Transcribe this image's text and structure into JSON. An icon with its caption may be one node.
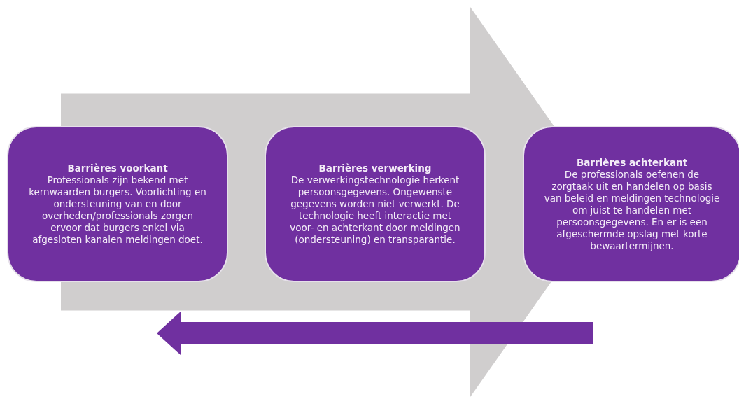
{
  "diagram": {
    "nodes": [
      {
        "text": [
          "Barrières voorkant",
          "Professionals zijn bekend met kernwaarden burgers. Voorlichting en ondersteuning van en door overheden/professionals zorgen ervoor dat burgers enkel via afgesloten kanalen meldingen doet."
        ]
      },
      {
        "text": [
          "Barrières verwerking",
          "De verwerkingstechnologie herkent persoonsgegevens. Ongewenste gegevens worden niet verwerkt. De technologie heeft interactie met voor- en achterkant door meldingen (ondersteuning) en transparantie."
        ]
      },
      {
        "text": [
          "Barrières achterkant",
          "De professionals oefenen de zorgtaak uit en handelen op basis van beleid en meldingen technologie om juist te handelen met persoonsgegevens. En er is een afgeschermde opslag met korte bewaartermijnen."
        ]
      }
    ],
    "edges": [
      {
        "from": 0,
        "to": 2,
        "arrow": "to",
        "color": "#d0cece"
      },
      {
        "from": 2,
        "to": 0,
        "arrow": "to"
      }
    ]
  }
}
